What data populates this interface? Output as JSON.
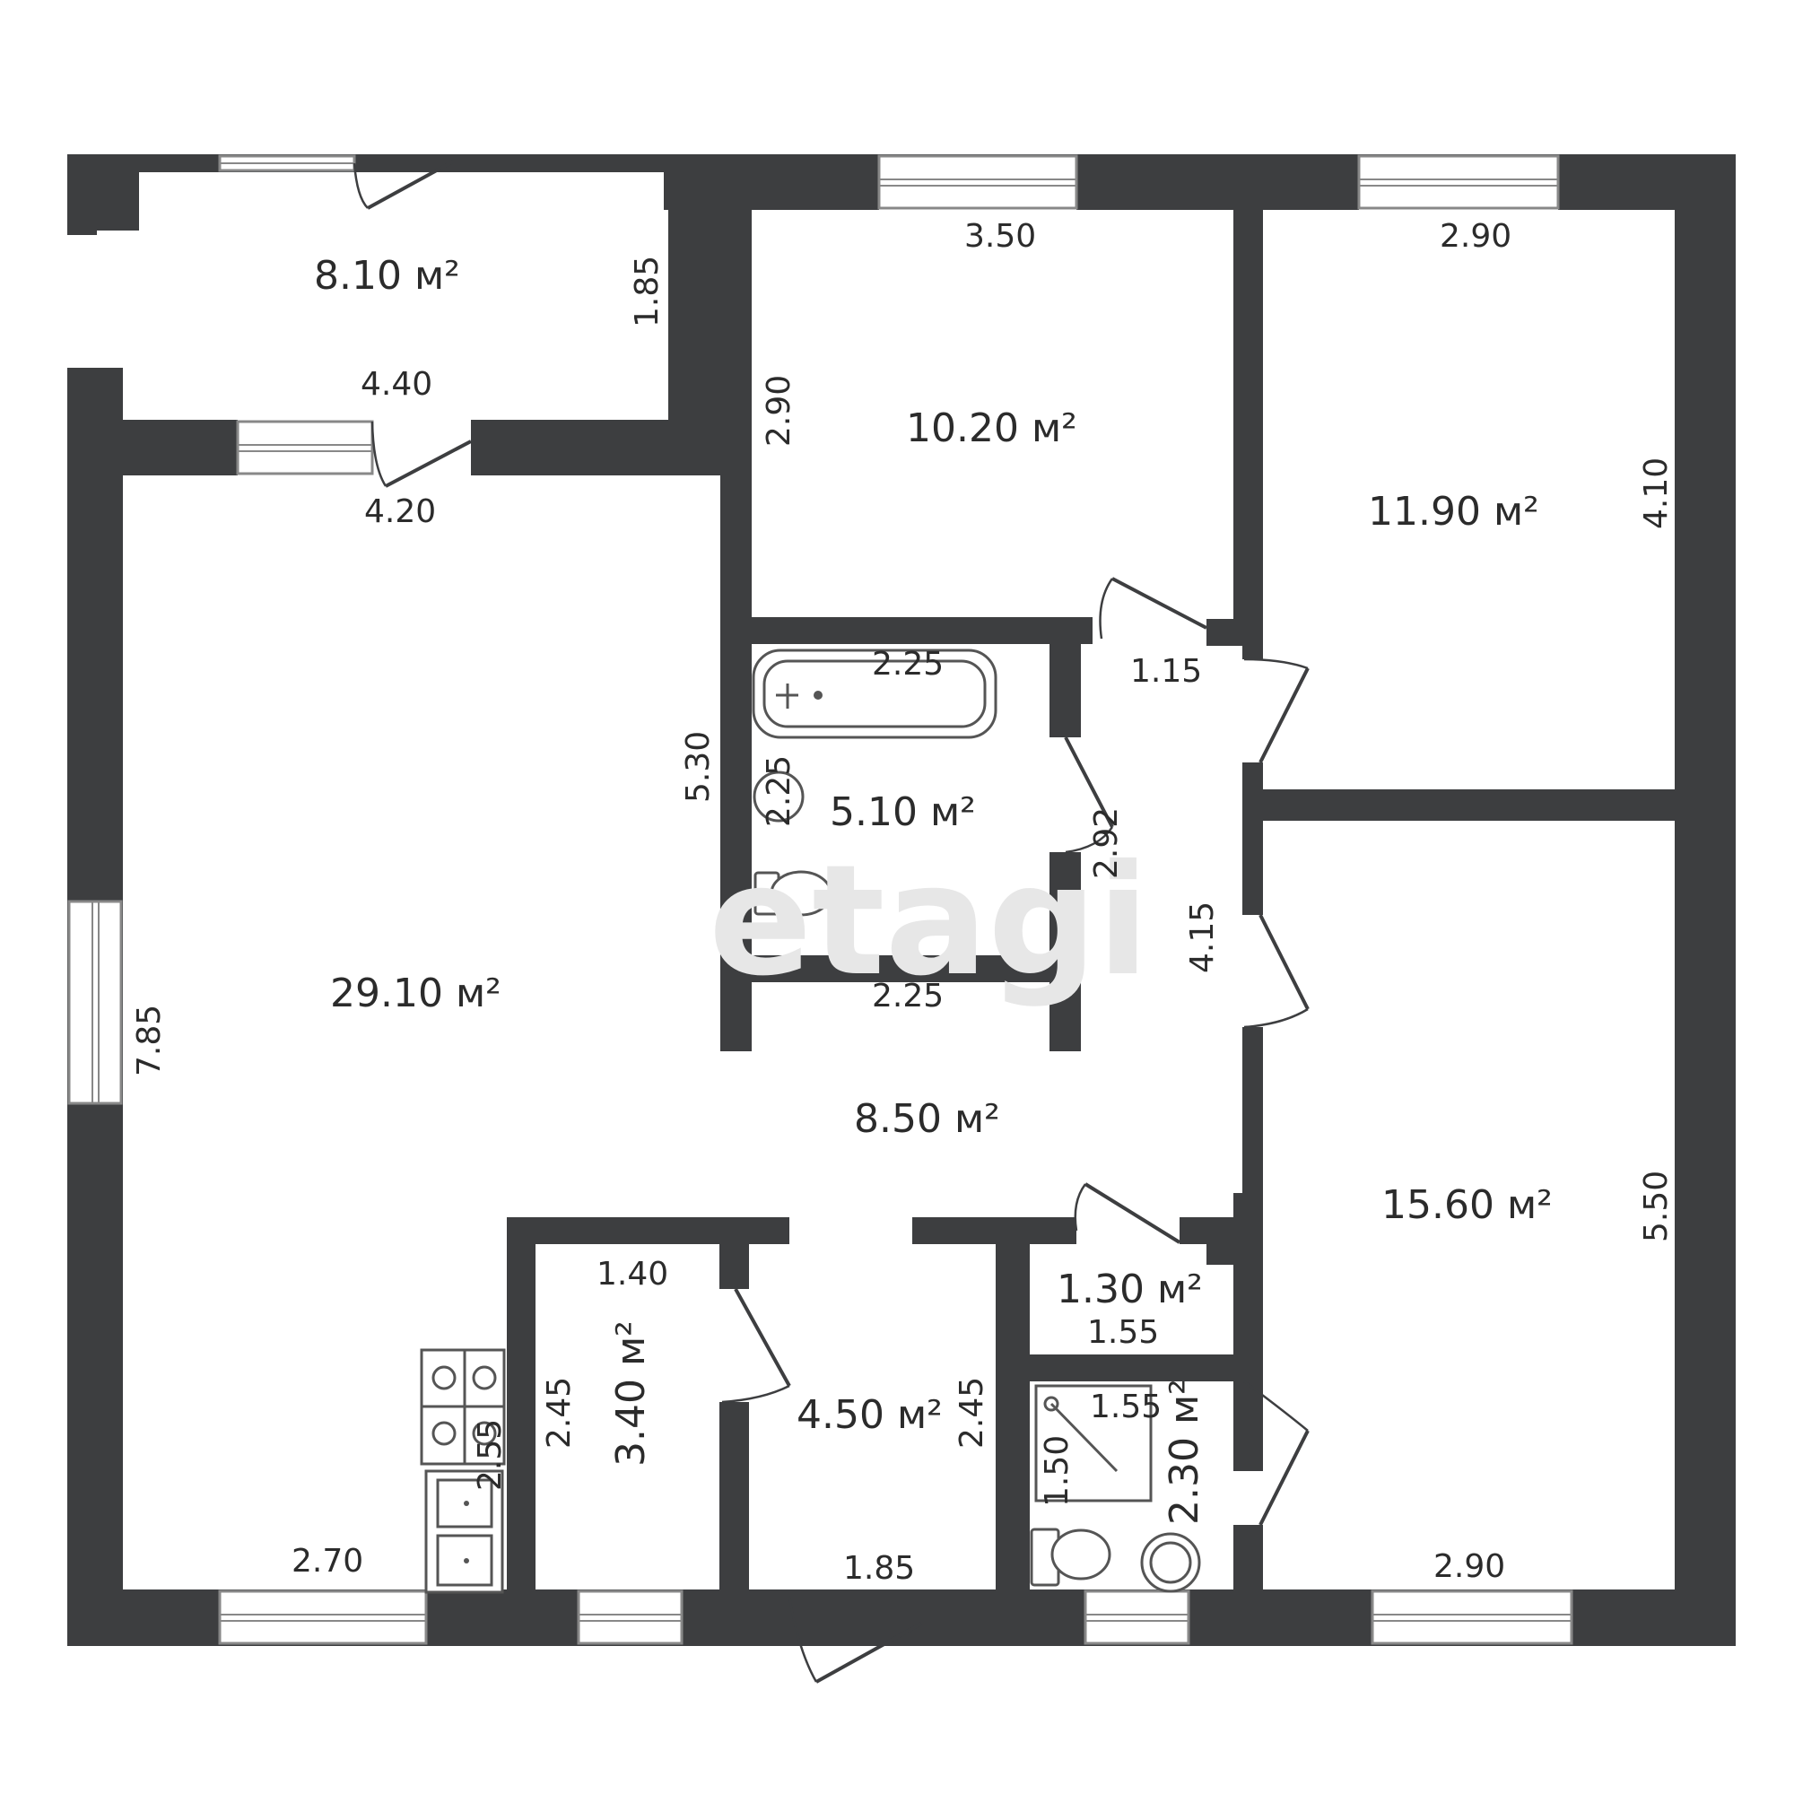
{
  "watermark": "etagi",
  "colors": {
    "wall": "#3d3e40",
    "background": "#ffffff"
  },
  "rooms": [
    {
      "id": "balcony",
      "area": "8.10 м²",
      "dims": [
        "1.85",
        "4.40"
      ]
    },
    {
      "id": "bedroom-top",
      "area": "10.20 м²",
      "dims": [
        "3.50",
        "2.90"
      ]
    },
    {
      "id": "bedroom-right",
      "area": "11.90 м²",
      "dims": [
        "2.90",
        "4.10"
      ]
    },
    {
      "id": "living-kitchen",
      "area": "29.10 м²",
      "dims": [
        "4.20",
        "5.30",
        "7.85",
        "2.55",
        "2.70"
      ]
    },
    {
      "id": "bathroom",
      "area": "5.10 м²",
      "dims": [
        "2.25",
        "2.25",
        "2.25",
        "2.92"
      ]
    },
    {
      "id": "hall",
      "area": "8.50 м²",
      "dims": [
        "1.15",
        "4.15"
      ]
    },
    {
      "id": "bedroom-large",
      "area": "15.60 м²",
      "dims": [
        "5.50",
        "2.90"
      ]
    },
    {
      "id": "pantry",
      "area": "3.40 м²",
      "dims": [
        "1.40",
        "2.45"
      ]
    },
    {
      "id": "entry",
      "area": "4.50 м²",
      "dims": [
        "2.45",
        "1.85"
      ]
    },
    {
      "id": "closet",
      "area": "1.30 м²",
      "dims": [
        "1.55"
      ]
    },
    {
      "id": "wc",
      "area": "2.30 м²",
      "dims": [
        "1.55",
        "1.50"
      ]
    }
  ]
}
